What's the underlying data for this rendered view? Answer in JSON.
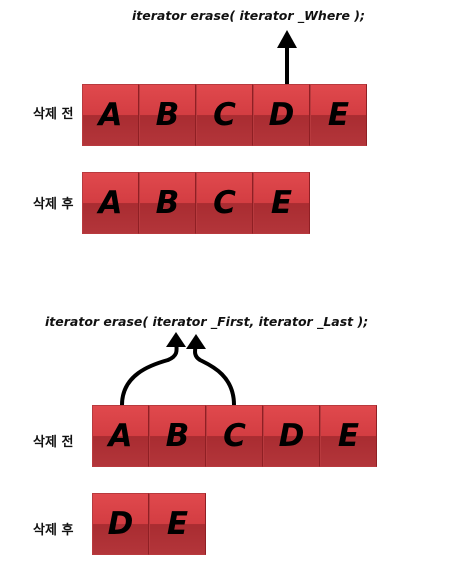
{
  "section1": {
    "signature": "iterator erase( iterator _Where );",
    "before_label": "삭제 전",
    "after_label": "삭제 후",
    "before_cells": [
      "A",
      "B",
      "C",
      "D",
      "E"
    ],
    "after_cells": [
      "A",
      "B",
      "C",
      "E"
    ]
  },
  "section2": {
    "signature": "iterator erase( iterator _First, iterator _Last );",
    "before_label": "삭제 전",
    "after_label": "삭제 후",
    "before_cells": [
      "A",
      "B",
      "C",
      "D",
      "E"
    ],
    "after_cells": [
      "D",
      "E"
    ]
  },
  "colors": {
    "cell_top": "#e0494d",
    "cell_bottom": "#a92c31",
    "arrow": "#000000"
  },
  "icons": [
    "arrow-up-icon"
  ]
}
